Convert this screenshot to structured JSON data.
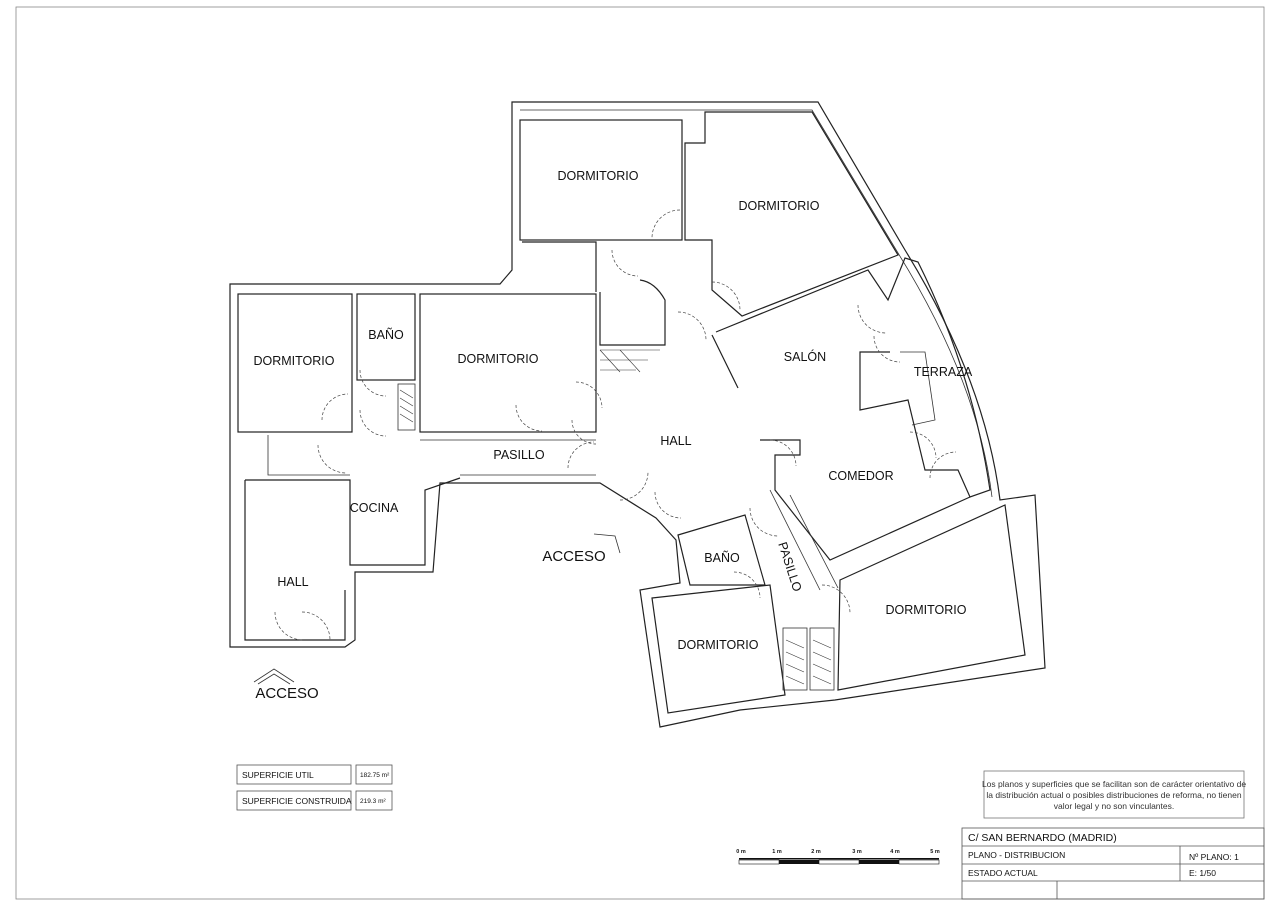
{
  "rooms": {
    "dorm_top_center": "DORMITORIO",
    "dorm_top_right": "DORMITORIO",
    "dorm_left": "DORMITORIO",
    "bano_left": "BAÑO",
    "dorm_center_left": "DORMITORIO",
    "salon": "SALÓN",
    "terraza": "TERRAZA",
    "hall_center": "HALL",
    "pasillo_left": "PASILLO",
    "comedor": "COMEDOR",
    "cocina": "COCINA",
    "acceso_center": "ACCESO",
    "bano_right": "BAÑO",
    "pasillo_right": "PASILLO",
    "hall_left": "HALL",
    "dorm_bottom_right": "DORMITORIO",
    "dorm_bottom_center": "DORMITORIO",
    "acceso_left": "ACCESO"
  },
  "surfaces": {
    "util_label": "SUPERFICIE UTIL",
    "util_value": "182.75 m²",
    "construida_label": "SUPERFICIE CONSTRUIDA",
    "construida_value": "219.3 m²"
  },
  "note": {
    "line1": "Los planos y superficies que se facilitan son de carácter orientativo de",
    "line2": "la distribución actual o posibles distribuciones de reforma, no tienen",
    "line3": "valor legal y no son vinculantes."
  },
  "scale_bar": {
    "labels": [
      "0 m",
      "1 m",
      "2 m",
      "3 m",
      "4 m",
      "5 m"
    ]
  },
  "title_block": {
    "address": "C/  SAN BERNARDO   (MADRID)",
    "plano": "PLANO   -  DISTRIBUCION",
    "plano_num": "Nº PLANO:  1",
    "estado": "ESTADO  ACTUAL",
    "escala": "E: 1/50"
  }
}
